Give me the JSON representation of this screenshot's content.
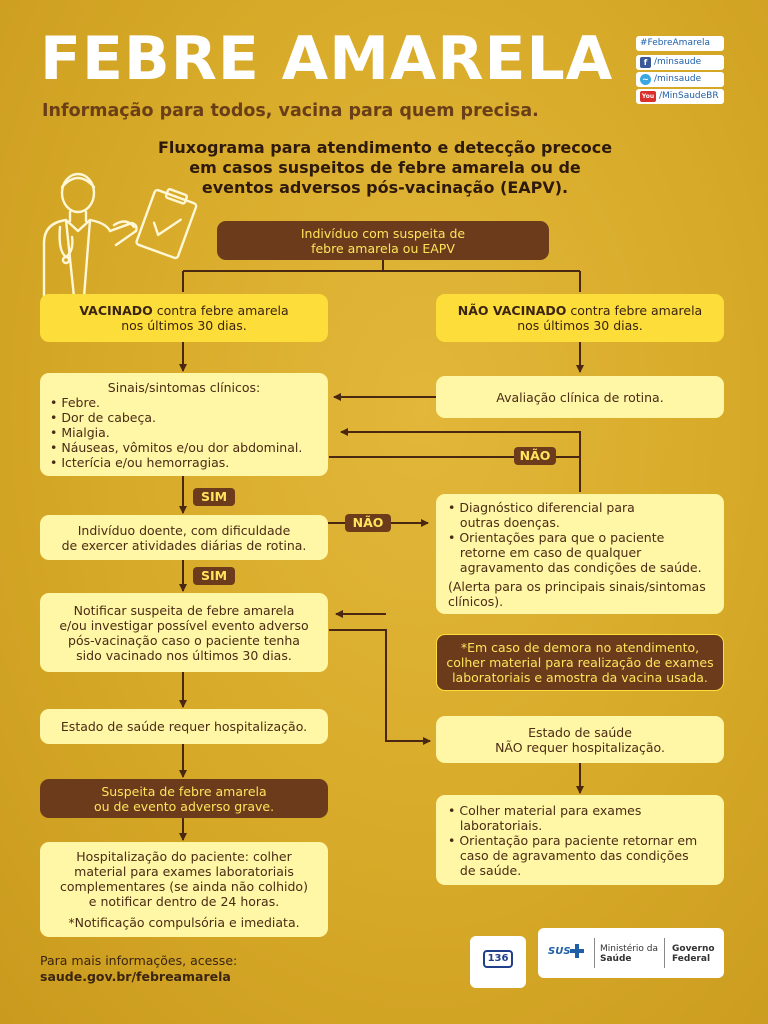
{
  "header": {
    "title": "FEBRE AMARELA",
    "subtitle": "Informação para todos, vacina para quem precisa.",
    "heading_lines": [
      "Fluxograma para atendimento e detecção precoce",
      "em casos suspeitos de febre amarela ou de",
      "eventos adversos pós-vacinação (EAPV)."
    ]
  },
  "social": {
    "hashtag": "#FebreAmarela",
    "facebook": "/minsaude",
    "twitter": "/minsaude",
    "youtube": "/MinSaudeBR",
    "youtube_icon": "You"
  },
  "flow": {
    "start": [
      "Indivíduo com suspeita de",
      "febre amarela ou EAPV"
    ],
    "vacinado": {
      "bold": "VACINADO",
      "rest": " contra febre amarela",
      "line2": "nos últimos 30 dias."
    },
    "nao_vacinado": {
      "bold": "NÃO VACINADO",
      "rest": " contra febre amarela",
      "line2": "nos últimos 30 dias."
    },
    "sinais": {
      "title": "Sinais/sintomas clínicos:",
      "items": [
        "• Febre.",
        "• Dor de cabeça.",
        "• Mialgia.",
        "• Náuseas, vômitos e/ou dor abdominal.",
        "• Icterícia e/ou hemorragias."
      ]
    },
    "avaliacao": "Avaliação clínica de rotina.",
    "sim_label_1": "SIM",
    "sim_label_2": "SIM",
    "nao_label_1": "NÃO",
    "nao_label_2": "NÃO",
    "doente": [
      "Indivíduo doente, com dificuldade",
      "de exercer atividades diárias de rotina."
    ],
    "diagnostico": [
      "• Diagnóstico diferencial para",
      "   outras doenças.",
      "• Orientações para que o paciente",
      "   retorne em caso de qualquer",
      "   agravamento das condições de saúde.",
      "(Alerta para os principais sinais/sintomas",
      "clínicos)."
    ],
    "notificar": [
      "Notificar suspeita de febre amarela",
      "e/ou investigar possível evento adverso",
      "pós-vacinação caso o paciente tenha",
      "sido vacinado nos últimos 30 dias."
    ],
    "demora": [
      "*Em caso de demora no atendimento,",
      "colher material para realização de exames",
      "laboratoriais e amostra da vacina usada."
    ],
    "hospitalizacao": "Estado de saúde requer hospitalização.",
    "nao_hospitalizacao": [
      "Estado de saúde",
      "NÃO requer hospitalização."
    ],
    "grave": [
      "Suspeita de febre amarela",
      "ou de evento adverso grave."
    ],
    "colher": [
      "• Colher material para exames",
      "   laboratoriais.",
      "• Orientação para paciente retornar em",
      "   caso de agravamento das condições",
      "   de saúde."
    ],
    "hospitalizacao_paciente": [
      "Hospitalização do paciente: colher",
      "material para exames laboratoriais",
      "complementares (se ainda não colhido)",
      "e notificar dentro de 24 horas."
    ],
    "notificacao_compulsoria": "*Notificação compulsória e imediata."
  },
  "footer": {
    "line1": "Para mais informações, acesse:",
    "line2": "saude.gov.br/febreamarela"
  },
  "logos": {
    "disque": "136",
    "sus": "SUS",
    "ministerio_1": "Ministério da",
    "ministerio_2": "Saúde",
    "governo_1": "Governo",
    "governo_2": "Federal"
  },
  "colors": {
    "background": "#d7a928",
    "dark_box": "#6b3b1b",
    "light_box": "#fff6a6",
    "yellow_box": "#fddd3a",
    "title": "#ffffff"
  }
}
